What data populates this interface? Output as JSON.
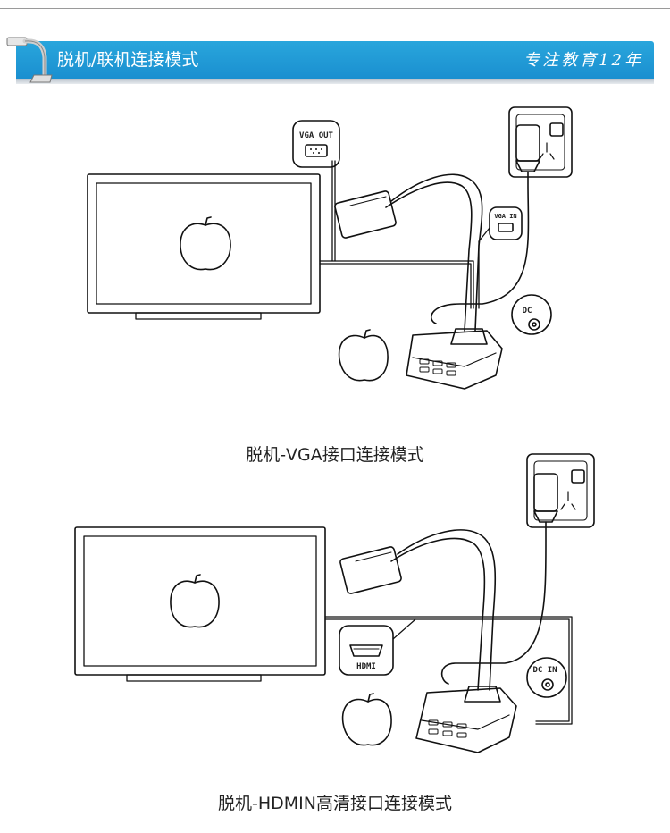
{
  "header": {
    "title": "脱机/联机连接模式",
    "brand": "专注教育12年"
  },
  "diagrams": [
    {
      "caption": "脱机-VGA接口连接模式",
      "port_label": "VGA OUT",
      "port_label_in": "VGA IN",
      "power_label": "DC"
    },
    {
      "caption": "脱机-HDMIN高清接口连接模式",
      "port_label": "HDMI",
      "power_label": "DC IN"
    }
  ],
  "colors": {
    "banner": "#1a8fd0",
    "line": "#111111"
  }
}
